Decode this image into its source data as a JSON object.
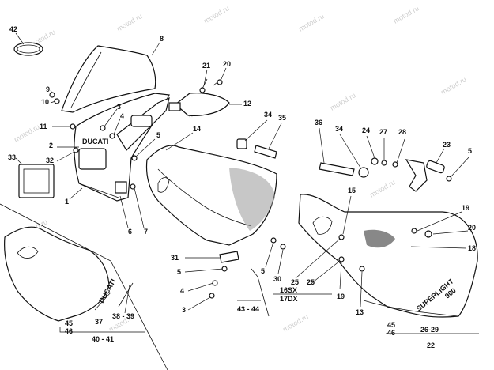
{
  "watermark": "motod.ru",
  "callouts": {
    "c42": "42",
    "c8": "8",
    "c9": "9",
    "c10": "10",
    "c11": "11",
    "c3a": "3",
    "c4a": "4",
    "c21": "21",
    "c20a": "20",
    "c12": "12",
    "c2": "2",
    "c33": "33",
    "c32": "32",
    "c5a": "5",
    "c1": "1",
    "c14": "14",
    "c6": "6",
    "c7": "7",
    "c34a": "34",
    "c35": "35",
    "c36": "36",
    "c34b": "34",
    "c24": "24",
    "c27": "27",
    "c28": "28",
    "c23": "23",
    "c5b": "5",
    "c15": "15",
    "c19a": "19",
    "c20b": "20",
    "c18": "18",
    "c31": "31",
    "c5c": "5",
    "c4b": "4",
    "c3b": "3",
    "c5d": "5",
    "c30": "30",
    "c16sx": "16SX",
    "c17dx": "17DX",
    "c25a": "25",
    "c25b": "25",
    "c19b": "19",
    "c13": "13",
    "c4344": "43 - 44",
    "c45a": "45",
    "c46a": "46",
    "c37": "37",
    "c3839": "38 - 39",
    "c4041": "40 - 41",
    "c45b": "45",
    "c46b": "46",
    "c2629": "26-29",
    "c22": "22"
  },
  "decals": {
    "ducati_small": "DUCATI",
    "ducati_side": "DUCATI",
    "superlight": "SUPERLIGHT",
    "nine_hundred": "900"
  }
}
